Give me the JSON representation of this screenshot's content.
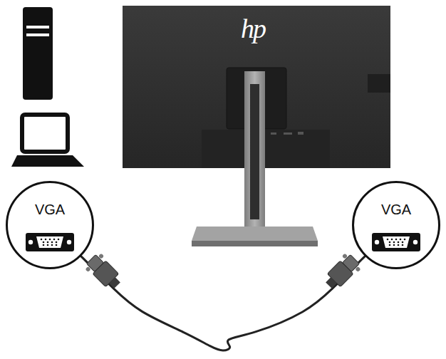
{
  "diagram": {
    "nodes": [
      {
        "text": [
          "VGA"
        ]
      },
      {
        "text": [
          "VGA"
        ]
      }
    ],
    "edges": [
      {
        "from": 0,
        "to": 1,
        "arrow": "none"
      }
    ],
    "labels": [
      "hp"
    ]
  }
}
